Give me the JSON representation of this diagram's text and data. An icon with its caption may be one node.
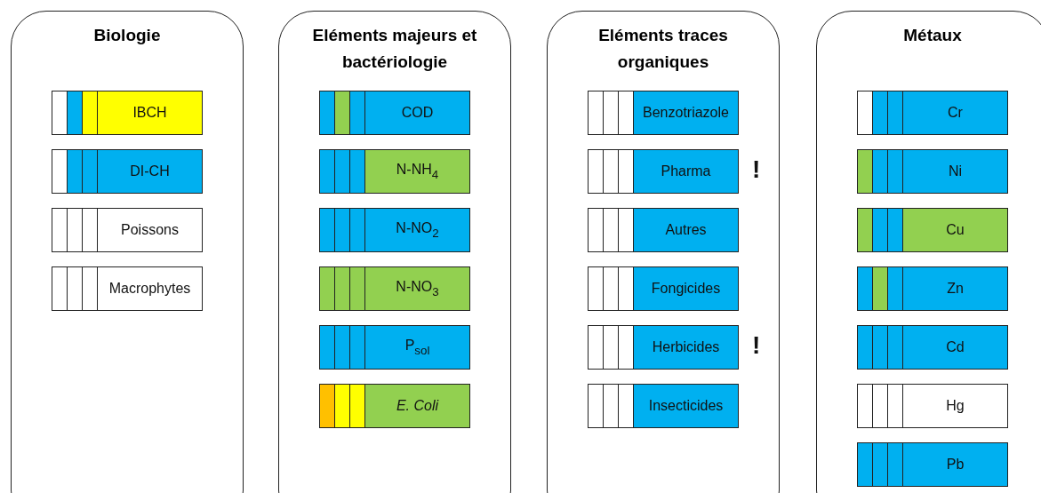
{
  "diagram": {
    "nodes": [
      {
        "text": [
          "Biologie"
        ]
      },
      {
        "text": [
          "IBCH"
        ],
        "in": 0
      },
      {
        "text": [
          "DI-CH"
        ],
        "in": 0
      },
      {
        "text": [
          "Poissons"
        ],
        "in": 0
      },
      {
        "text": [
          "Macrophytes"
        ],
        "in": 0
      },
      {
        "text": [
          "Eléments majeurs et bactériologie"
        ]
      },
      {
        "text": [
          "COD"
        ],
        "in": 5
      },
      {
        "text": [
          "N-NH$_{4}$"
        ],
        "in": 5
      },
      {
        "text": [
          "N-NO$_{2}$"
        ],
        "in": 5
      },
      {
        "text": [
          "N-NO$_{3}$"
        ],
        "in": 5
      },
      {
        "text": [
          "P$_{sol}$"
        ],
        "in": 5
      },
      {
        "text": [
          "E. Coli"
        ],
        "in": 5
      },
      {
        "text": [
          "Eléments traces organiques"
        ]
      },
      {
        "text": [
          "Benzotriazole"
        ],
        "in": 12
      },
      {
        "text": [
          "Pharma"
        ],
        "in": 12,
        "beside": [
          "!"
        ]
      },
      {
        "text": [
          "Autres"
        ],
        "in": 12
      },
      {
        "text": [
          "Fongicides"
        ],
        "in": 12
      },
      {
        "text": [
          "Herbicides"
        ],
        "in": 12,
        "beside": [
          "!"
        ]
      },
      {
        "text": [
          "Insecticides"
        ],
        "in": 12
      },
      {
        "text": [
          "Métaux"
        ]
      },
      {
        "text": [
          "Cr"
        ],
        "in": 19
      },
      {
        "text": [
          "Ni"
        ],
        "in": 19
      },
      {
        "text": [
          "Cu"
        ],
        "in": 19
      },
      {
        "text": [
          "Zn"
        ],
        "in": 19
      },
      {
        "text": [
          "Cd"
        ],
        "in": 19
      },
      {
        "text": [
          "Hg"
        ],
        "in": 19
      },
      {
        "text": [
          "Pb"
        ],
        "in": 19
      }
    ],
    "edges": []
  }
}
